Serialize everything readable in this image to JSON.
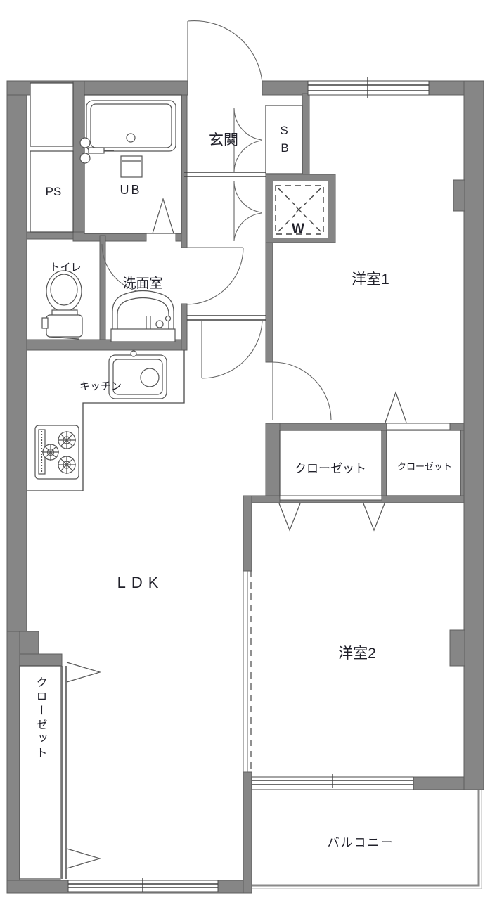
{
  "plan": {
    "type": "japanese-apartment-floor-plan",
    "labels": {
      "entrance": "玄関",
      "shoe_box_line1": "S",
      "shoe_box_line2": "B",
      "washer_space": "W",
      "unit_bath": "UB",
      "pipe_space": "PS",
      "toilet": "トイレ",
      "washroom": "洗面室",
      "kitchen": "キッチン",
      "ldk": "LDK",
      "western_room_1": "洋室1",
      "western_room_2": "洋室2",
      "closet_big": "クローゼット",
      "closet_small": "クローゼット",
      "closet_ldk": "クローゼット",
      "balcony": "バルコニー"
    },
    "colors": {
      "wall": "#868686",
      "wall_edge": "#5e5e5e",
      "line": "#555555",
      "text": "#20202a",
      "background": "#ffffff"
    }
  }
}
